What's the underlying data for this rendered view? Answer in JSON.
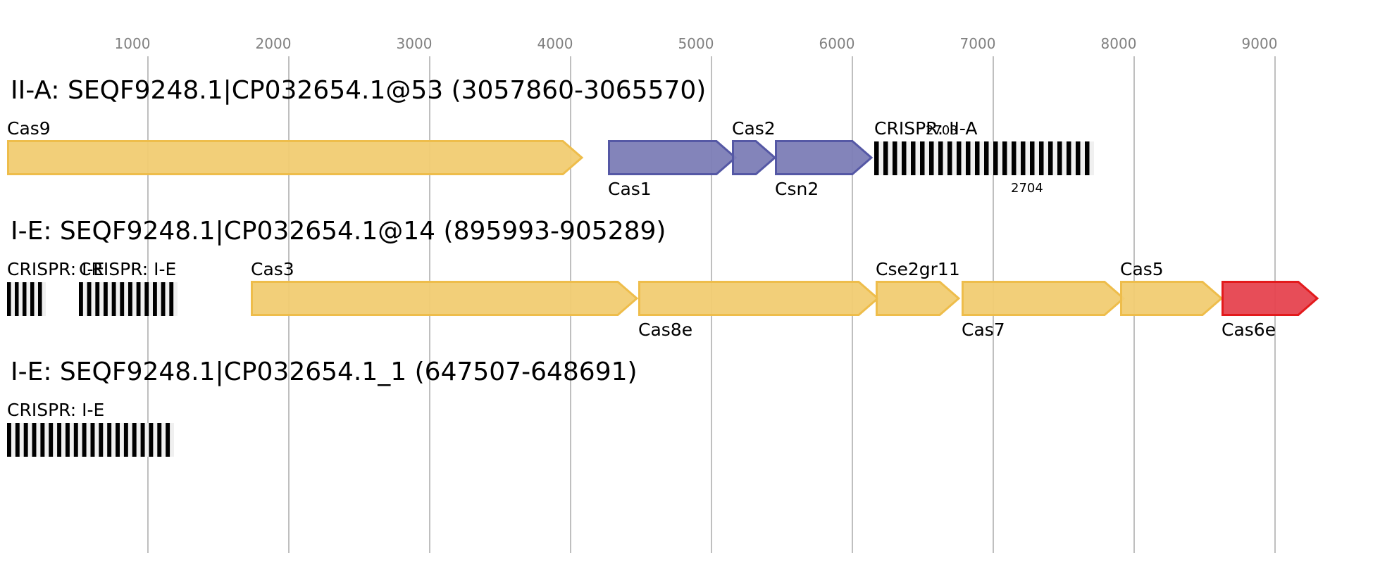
{
  "chart_data": {
    "type": "gene-map",
    "axis": {
      "ticks": [
        1000,
        2000,
        3000,
        4000,
        5000,
        6000,
        7000,
        8000,
        9000
      ],
      "tick_labels": [
        "1000",
        "2000",
        "3000",
        "4000",
        "5000",
        "6000",
        "7000",
        "8000",
        "9000"
      ],
      "range": [
        0,
        9800
      ],
      "grid": true
    },
    "colors": {
      "yellow_fill": "#f1cc72",
      "yellow_stroke": "#eebd4b",
      "purple_fill": "#7c7db6",
      "purple_stroke": "#5558a5",
      "red_fill": "#e6434f",
      "red_stroke": "#e31a1c",
      "crispr_repeat": "#000000",
      "crispr_spacer": "#f0f0f0",
      "grid": "#bfbfbf",
      "tick_text": "#808080"
    },
    "tracks": [
      {
        "title": "II-A: SEQF9248.1|CP032654.1@53 (3057860-3065570)",
        "features": [
          {
            "kind": "gene",
            "label": "Cas9",
            "start": 0,
            "end": 4085,
            "color": "yellow",
            "label_pos": "above"
          },
          {
            "kind": "gene",
            "label": "Cas1",
            "start": 4265,
            "end": 5175,
            "color": "purple",
            "label_pos": "below"
          },
          {
            "kind": "gene",
            "label": "Cas2",
            "start": 5145,
            "end": 5455,
            "color": "purple",
            "label_pos": "above"
          },
          {
            "kind": "gene",
            "label": "Csn2",
            "start": 5450,
            "end": 6140,
            "color": "purple",
            "label_pos": "below"
          },
          {
            "kind": "crispr",
            "label": "CRISPR: II-A",
            "start": 6155,
            "end": 7715,
            "repeats": 24,
            "label_pos": "above"
          },
          {
            "kind": "note",
            "label": "2703",
            "at": 6520,
            "pos": "above"
          },
          {
            "kind": "note",
            "label": "2704",
            "at": 7125,
            "pos": "below"
          }
        ]
      },
      {
        "title": "I-E: SEQF9248.1|CP032654.1@14 (895993-905289)",
        "features": [
          {
            "kind": "crispr",
            "label": "CRISPR: I-E",
            "start": 0,
            "end": 275,
            "repeats": 5,
            "label_pos": "above"
          },
          {
            "kind": "crispr",
            "label": "CRISPR: I-E",
            "start": 510,
            "end": 1210,
            "repeats": 12,
            "label_pos": "above"
          },
          {
            "kind": "gene",
            "label": "Cas3",
            "start": 1730,
            "end": 4475,
            "color": "yellow",
            "label_pos": "above"
          },
          {
            "kind": "gene",
            "label": "Cas8e",
            "start": 4480,
            "end": 6185,
            "color": "yellow",
            "label_pos": "below"
          },
          {
            "kind": "gene",
            "label": "Cse2gr11",
            "start": 6165,
            "end": 6760,
            "color": "yellow",
            "label_pos": "above"
          },
          {
            "kind": "gene",
            "label": "Cas7",
            "start": 6775,
            "end": 7930,
            "color": "yellow",
            "label_pos": "below"
          },
          {
            "kind": "gene",
            "label": "Cas5",
            "start": 7900,
            "end": 8625,
            "color": "yellow",
            "label_pos": "above"
          },
          {
            "kind": "gene",
            "label": "Cas6e",
            "start": 8620,
            "end": 9305,
            "color": "red",
            "label_pos": "below"
          }
        ]
      },
      {
        "title": "I-E: SEQF9248.1|CP032654.1_1 (647507-648691)",
        "features": [
          {
            "kind": "crispr",
            "label": "CRISPR: I-E",
            "start": 0,
            "end": 1185,
            "repeats": 20,
            "label_pos": "above"
          }
        ]
      }
    ]
  }
}
